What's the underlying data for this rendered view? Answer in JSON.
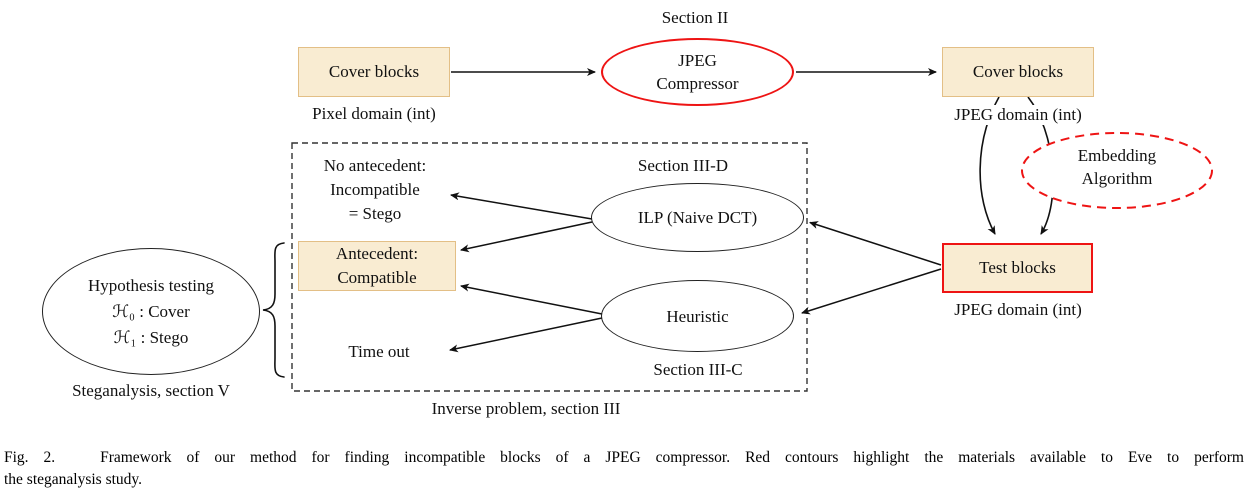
{
  "colors": {
    "node_fill": "#f9ecd2",
    "node_border": "#e3bf86",
    "red": "#ee1414",
    "ink": "#111111"
  },
  "diagram": {
    "section_ii": "Section II",
    "cover_left": {
      "label": "Cover blocks",
      "sublabel": "Pixel domain (int)"
    },
    "compressor": {
      "line1": "JPEG",
      "line2": "Compressor"
    },
    "cover_right": {
      "label": "Cover blocks",
      "sublabel": "JPEG domain (int)"
    },
    "embedding": {
      "line1": "Embedding",
      "line2": "Algorithm"
    },
    "test": {
      "label": "Test blocks",
      "sublabel": "JPEG domain (int)"
    },
    "section_iiid": "Section III-D",
    "ilp": "ILP (Naive DCT)",
    "heuristic": "Heuristic",
    "section_iiic": "Section III-C",
    "no_antecedent": {
      "line1": "No antecedent:",
      "line2": "Incompatible",
      "line3": "= Stego"
    },
    "antecedent": {
      "line1": "Antecedent:",
      "line2": "Compatible"
    },
    "time_out": "Time out",
    "inverse_caption": "Inverse problem, section III",
    "hypothesis": {
      "line1": "Hypothesis testing",
      "line2": "ℋ₀ : Cover",
      "line3": "ℋ₁ : Stego",
      "sublabel": "Steganalysis, section V"
    }
  },
  "caption": {
    "line1": "Fig. 2.   Framework of our method for finding incompatible blocks of a JPEG compressor. Red contours highlight the materials available to Eve to perform",
    "line2": "the steganalysis study."
  }
}
